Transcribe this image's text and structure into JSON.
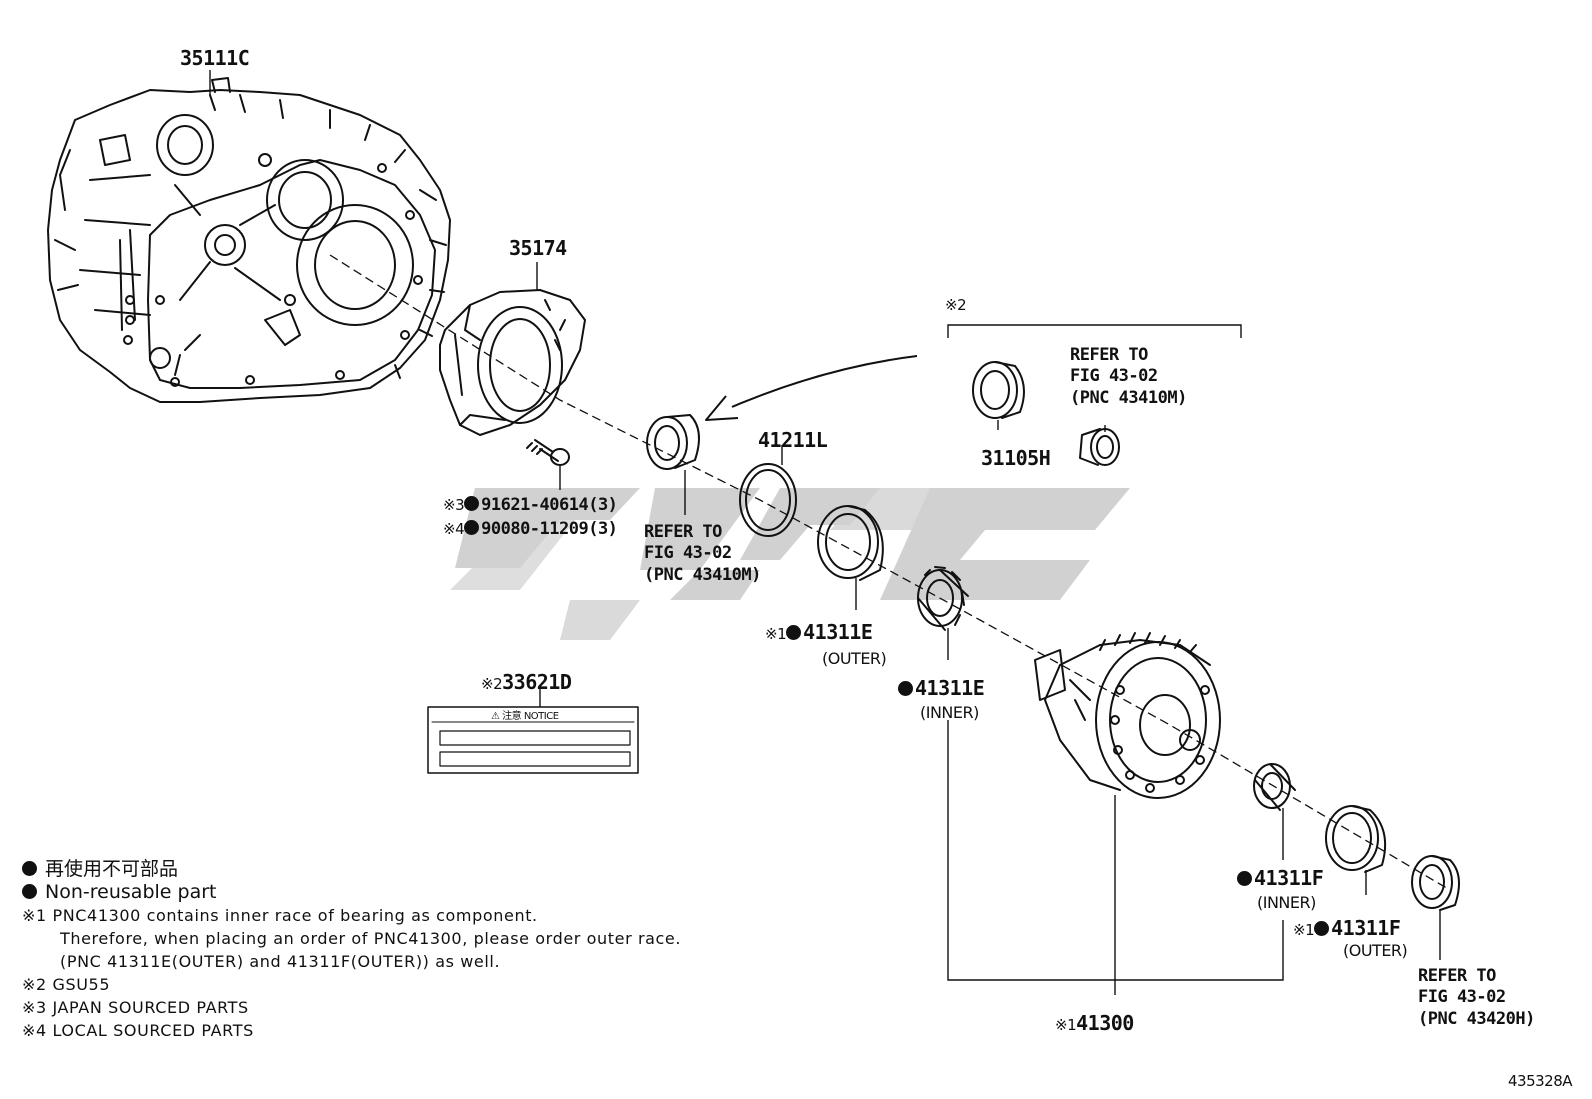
{
  "parts": {
    "p35111c": "35111C",
    "p35174": "35174",
    "p41211l": "41211L",
    "p31105h": "31105H",
    "p91621": "91621-40614(3)",
    "p90080": "90080-11209(3)",
    "p33621d": "33621D",
    "p41311e_outer": "41311E",
    "p41311e_inner": "41311E",
    "p41311f_inner": "41311F",
    "p41311f_outer": "41311F",
    "p41300": "41300"
  },
  "qualifiers": {
    "outer": "(OUTER)",
    "inner": "(INNER)"
  },
  "marks": {
    "m1": "※1",
    "m2": "※2",
    "m3": "※3",
    "m4": "※4"
  },
  "refs": {
    "ref_top": "REFER TO\nFIG 43-02\n(PNC 43410M)",
    "ref_mid": "REFER TO\nFIG 43-02\n(PNC 43410M)",
    "ref_bottom": "REFER TO\nFIG 43-02\n(PNC 43420H)"
  },
  "notice_label": "⚠ 注意  NOTICE",
  "legend": {
    "jp": "再使用不可部品",
    "en": "Non-reusable part",
    "n1_line1": "※1 PNC41300 contains inner race of bearing as component.",
    "n1_line2": "Therefore, when placing an order of PNC41300, please order outer race.",
    "n1_line3": "(PNC 41311E(OUTER) and 41311F(OUTER)) as well.",
    "n2": "※2 GSU55",
    "n3": "※3 JAPAN SOURCED PARTS",
    "n4": "※4 LOCAL SOURCED PARTS"
  },
  "figure_id": "435328A"
}
